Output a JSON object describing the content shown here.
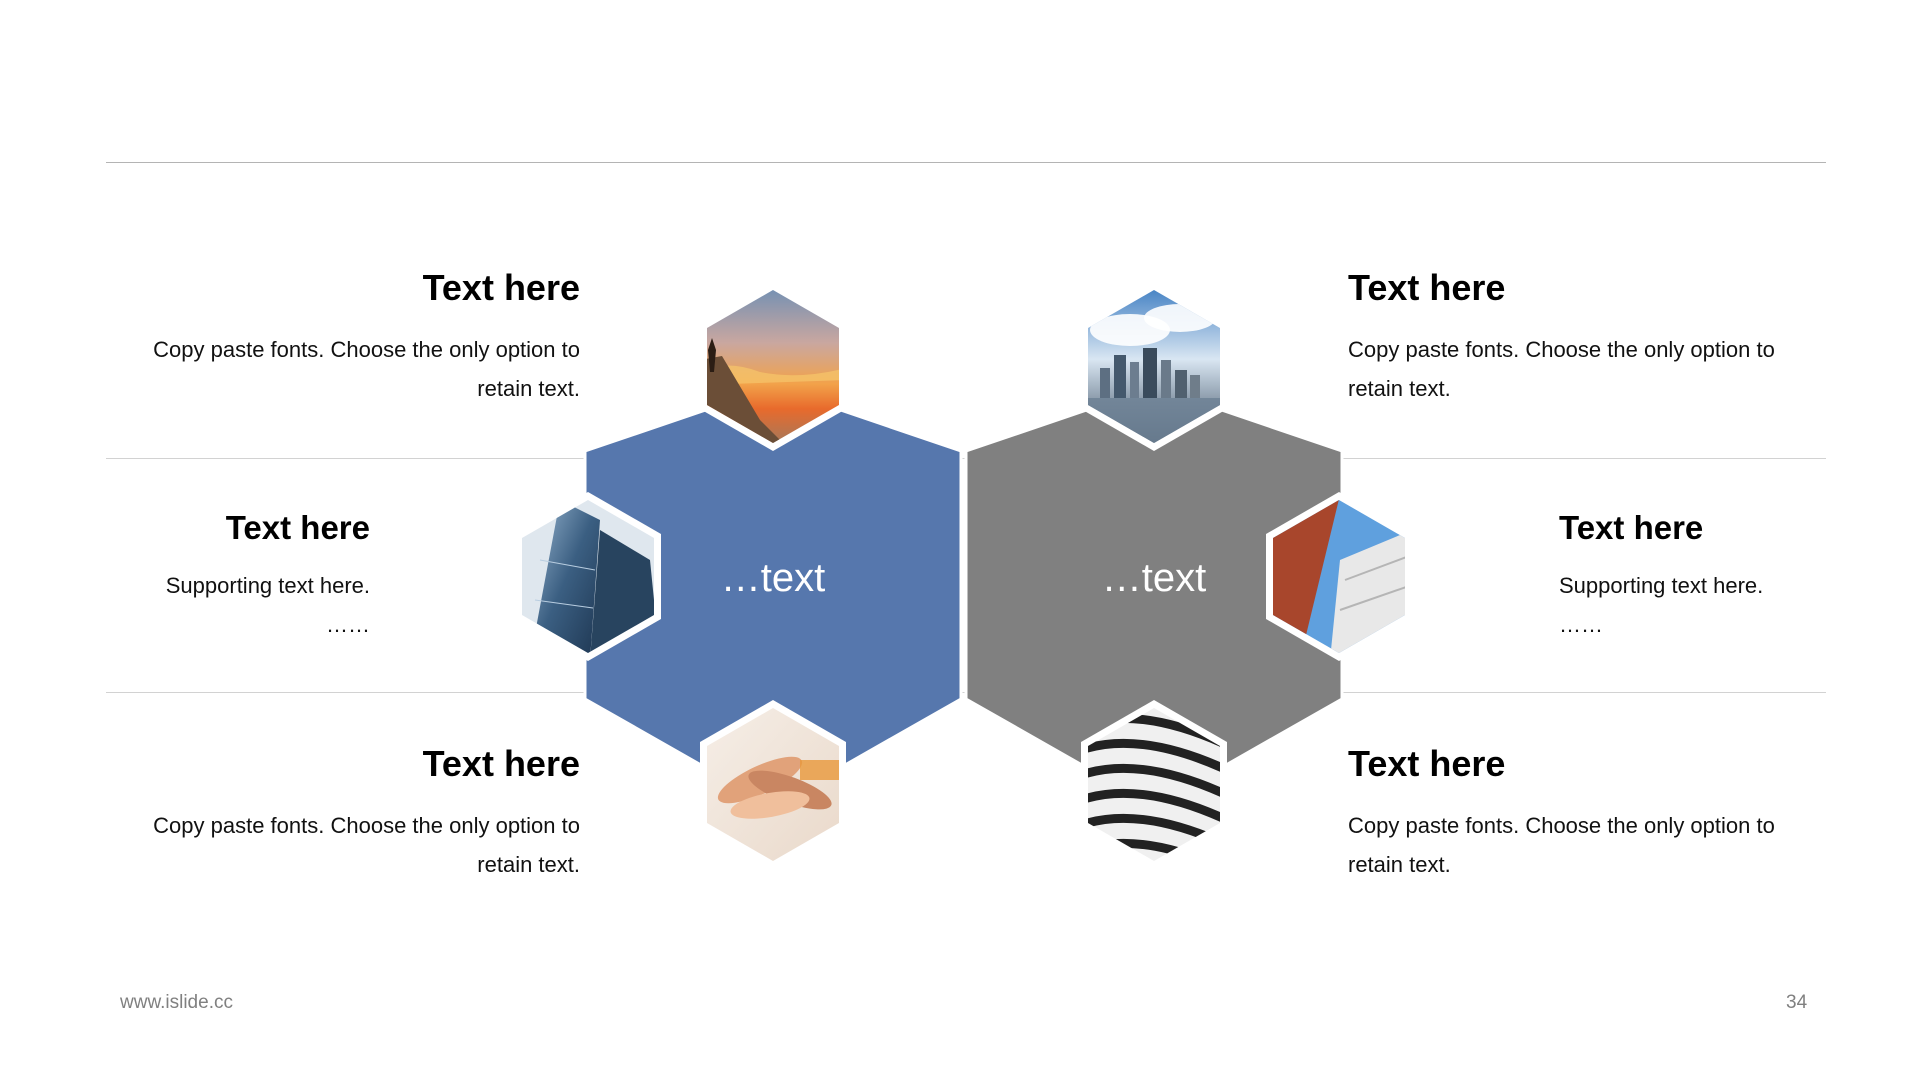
{
  "left": {
    "center_label": "…text",
    "color": "#5677ad",
    "items": [
      {
        "title": "Text here",
        "body_lines": [
          "Copy paste fonts. Choose the only option to",
          "retain text."
        ]
      },
      {
        "title": "Text here",
        "body_lines": [
          "Supporting text here.",
          "……"
        ]
      },
      {
        "title": "Text here",
        "body_lines": [
          "Copy paste fonts. Choose the only option to",
          "retain text."
        ]
      }
    ]
  },
  "right": {
    "center_label": "…text",
    "color": "#808080",
    "items": [
      {
        "title": "Text here",
        "body_lines": [
          "Copy paste fonts. Choose the only option to",
          "retain text."
        ]
      },
      {
        "title": "Text here",
        "body_lines": [
          "Supporting text here.",
          "……"
        ]
      },
      {
        "title": "Text here",
        "body_lines": [
          "Copy paste fonts. Choose the only option to",
          "retain text."
        ]
      }
    ]
  },
  "photos": [
    "sunset-hiker-photo",
    "city-skyline-photo",
    "glass-skyscraper-photo",
    "brick-building-photo",
    "hands-stacked-photo",
    "curved-building-photo"
  ],
  "footer": {
    "url": "www.islide.cc",
    "page_number": "34"
  }
}
